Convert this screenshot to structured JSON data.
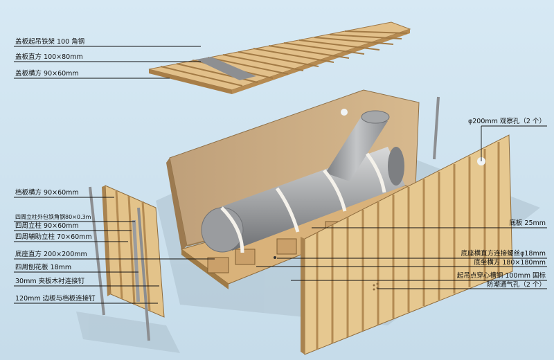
{
  "labels_left": [
    {
      "key": "lid_frame",
      "text": "盖板起吊铁架 100 角钢"
    },
    {
      "key": "lid_long",
      "text": "盖板直方 100×80mm"
    },
    {
      "key": "lid_cross",
      "text": "盖板横方 90×60mm"
    },
    {
      "key": "end_cross",
      "text": "档板横方 90×60mm"
    },
    {
      "key": "post_angle",
      "text": "四周立柱外包铁角钢80×0.3m"
    },
    {
      "key": "post",
      "text": "四周立柱 90×60mm"
    },
    {
      "key": "aux_post",
      "text": "四周辅助立柱 70×60mm"
    },
    {
      "key": "base_beam",
      "text": "底座直方 200×200mm"
    },
    {
      "key": "planed_board",
      "text": "四周刨花板 18mm"
    },
    {
      "key": "nail_30",
      "text": "30mm 夹板木衬连接钉"
    },
    {
      "key": "nail_120",
      "text": "120mm 边板与档板连接钉"
    }
  ],
  "labels_right": [
    {
      "key": "view_hole",
      "text": "φ200mm 观察孔（2 个）"
    },
    {
      "key": "bottom_plate",
      "text": "底板 25mm"
    },
    {
      "key": "bolt",
      "text": "底座横直方连接螺丝φ18mm"
    },
    {
      "key": "base_cross",
      "text": "底坐横方 180×180mm"
    },
    {
      "key": "lift_channel",
      "text": "起吊点穿心槽钢 100mm 国标"
    },
    {
      "key": "vent_hole",
      "text": "防潮通气孔（2 个）"
    }
  ],
  "colors": {
    "background": "#cfe3f0",
    "wood": "#e3c38a",
    "wood_dark": "#b88f55",
    "panel": "#c9a77b",
    "pipe": "#a7a9ab",
    "strap": "#f4f1ea",
    "leader": "#111111"
  }
}
